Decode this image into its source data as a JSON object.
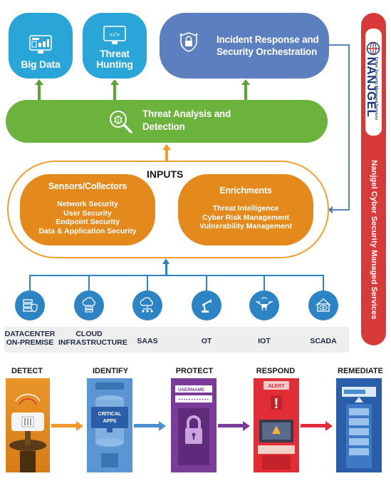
{
  "top": {
    "big_data": "Big Data",
    "threat_hunting": [
      "Threat",
      "Hunting"
    ],
    "incident_response": [
      "Incident Response and",
      "Security Orchestration"
    ]
  },
  "analysis": [
    "Threat Analysis and",
    "Detection"
  ],
  "inputs": {
    "title": "INPUTS",
    "sensors": {
      "title": "Sensors/Collectors",
      "items": [
        "Network Security",
        "User Security",
        "Endpoint Security",
        "Data & Application Security"
      ]
    },
    "enrichments": {
      "title": "Enrichments",
      "items": [
        "Threat Intelligence",
        "Cyber Risk Management",
        "Vulnerability Management"
      ]
    }
  },
  "sources": [
    {
      "label": [
        "DATACENTER",
        "ON-PREMISE"
      ],
      "icon": "datacenter-shield-icon"
    },
    {
      "label": [
        "CLOUD",
        "INFRASTRUCTURE"
      ],
      "icon": "cloud-server-icon"
    },
    {
      "label": [
        "SAAS"
      ],
      "icon": "cloud-network-icon"
    },
    {
      "label": [
        "OT"
      ],
      "icon": "robot-arm-icon"
    },
    {
      "label": [
        "IOT"
      ],
      "icon": "drone-icon"
    },
    {
      "label": [
        "SCADA"
      ],
      "icon": "monitor-eye-icon"
    }
  ],
  "brand": {
    "name": "NANJGEL",
    "tagline": "Cyber Security Managed Services",
    "sidebar_text": "Nanjgel Cyber Security Managed Services"
  },
  "steps": [
    {
      "title": "DETECT",
      "color": "#e48a1c"
    },
    {
      "title": "IDENTIFY",
      "color": "#4a90d0",
      "card_text": [
        "CRITICAL",
        "APPS"
      ]
    },
    {
      "title": "PROTECT",
      "color": "#7a3c98",
      "card_text": [
        "USERNAME"
      ]
    },
    {
      "title": "RESPOND",
      "color": "#e02d36",
      "card_text": [
        "ALERT"
      ]
    },
    {
      "title": "REMEDIATE",
      "color": "#2a5ea8"
    }
  ],
  "colors": {
    "blue": "#2aa5d8",
    "slate_blue": "#5b7fbf",
    "green": "#6cb33e",
    "orange": "#e48a1c",
    "red": "#d83a3a"
  }
}
